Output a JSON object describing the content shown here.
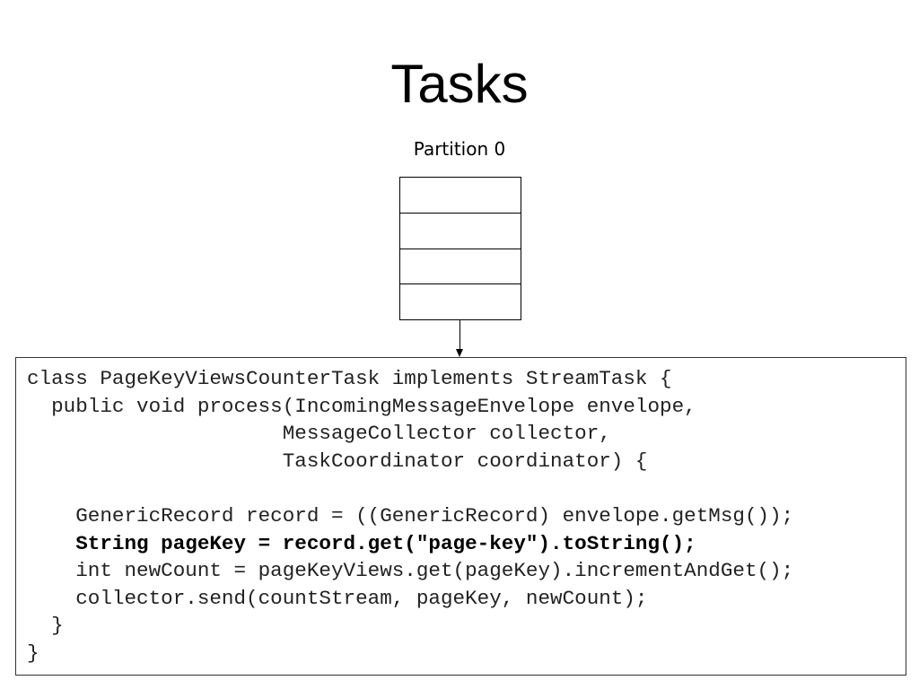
{
  "slide": {
    "title": "Tasks",
    "partition_label": "Partition 0",
    "partition_slot_count": 4
  },
  "code": {
    "lines": [
      "class PageKeyViewsCounterTask implements StreamTask {",
      "  public void process(IncomingMessageEnvelope envelope,",
      "                     MessageCollector collector,",
      "                     TaskCoordinator coordinator) {",
      "",
      "    GenericRecord record = ((GenericRecord) envelope.getMsg());",
      "    String pageKey = record.get(\"page-key\").toString();",
      "    int newCount = pageKeyViews.get(pageKey).incrementAndGet();",
      "    collector.send(countStream, pageKey, newCount);",
      "  }",
      "}"
    ],
    "highlighted_line": 6
  }
}
